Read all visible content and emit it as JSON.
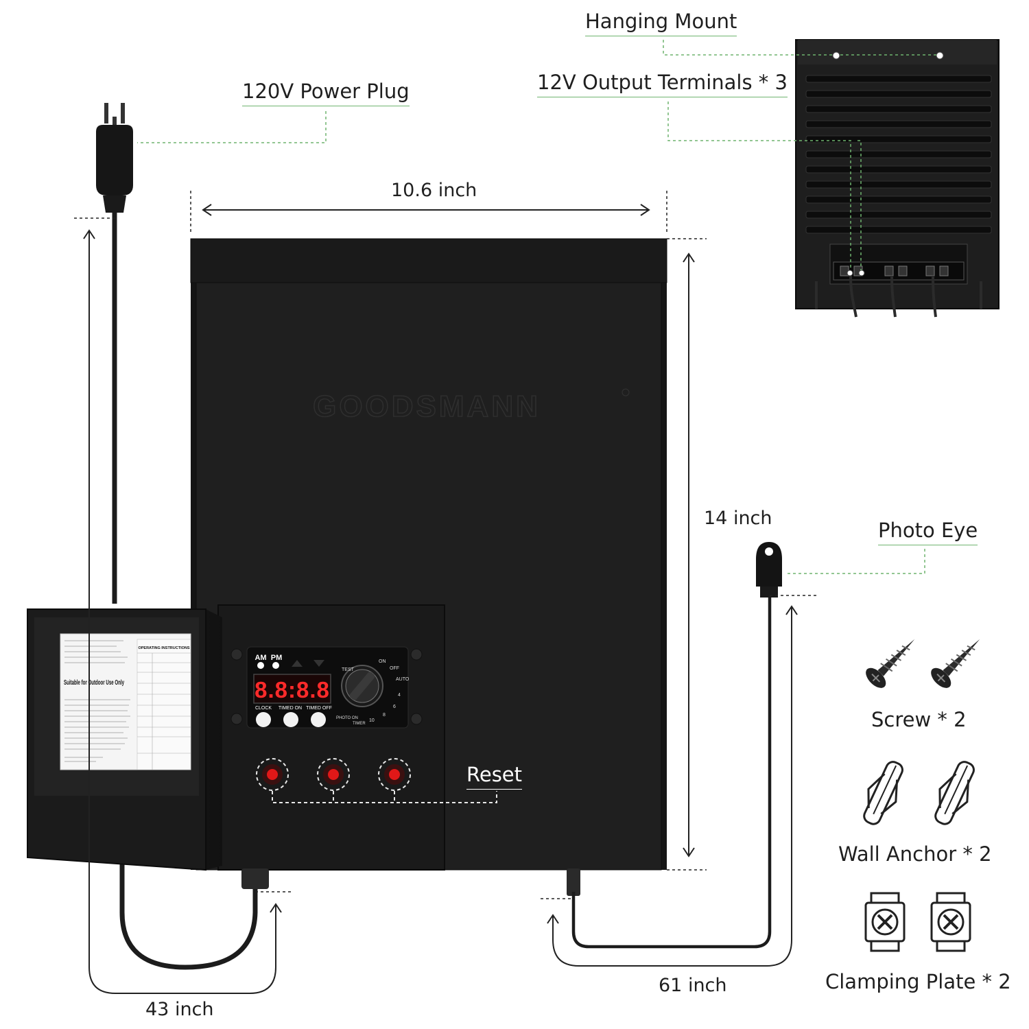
{
  "callouts": {
    "hanging_mount": "Hanging Mount",
    "output_terminals": "12V Output Terminals * 3",
    "power_plug": "120V Power Plug",
    "photo_eye": "Photo Eye",
    "reset": "Reset"
  },
  "dimensions": {
    "width": "10.6 inch",
    "height": "14 inch",
    "power_cord": "43 inch",
    "photo_eye_cord": "61 inch"
  },
  "accessories": [
    {
      "label": "Screw * 2",
      "icon": "screw-icon"
    },
    {
      "label": "Wall Anchor * 2",
      "icon": "wall-anchor-icon"
    },
    {
      "label": "Clamping Plate * 2",
      "icon": "clamping-plate-icon"
    }
  ],
  "brand": "GOODSMANN",
  "control_panel": {
    "am": "AM",
    "pm": "PM",
    "display": "8.8:8.8",
    "buttons": [
      "CLOCK",
      "TIMED ON",
      "TIMED OFF"
    ],
    "dial_marks": [
      "ON",
      "OFF",
      "AUTO",
      "4",
      "6",
      "8",
      "10",
      "TIMER",
      "PHOTO ON",
      "TEST"
    ]
  },
  "door_label": {
    "suitable": "Suitable for Outdoor Use Only",
    "instructions_title": "OPERATING INSTRUCTIONS"
  },
  "colors": {
    "box": "#1c1c1c",
    "callout_line": "#6fb36f",
    "led_red": "#e01818",
    "display_red": "#ff2a2a"
  }
}
